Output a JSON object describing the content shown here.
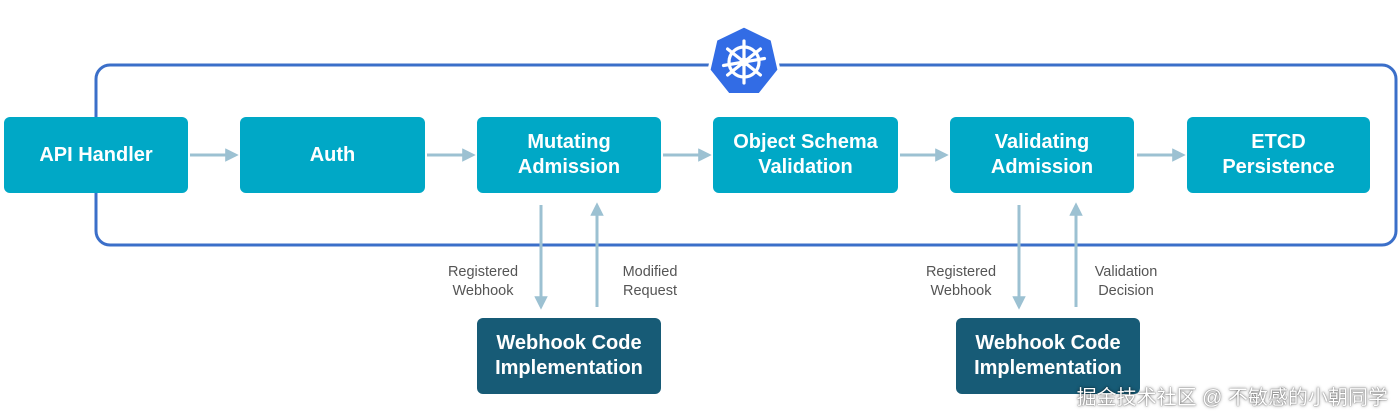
{
  "colors": {
    "stage": "#00a8c6",
    "webhook": "#175b76",
    "loop": "#3b6fc9",
    "arrow": "#9cc1d2",
    "logo": "#326ce5"
  },
  "logo": {
    "icon": "kubernetes-helm-icon"
  },
  "stages": [
    {
      "id": "api-handler",
      "label": "API Handler"
    },
    {
      "id": "auth",
      "label": "Auth"
    },
    {
      "id": "mutating-admission",
      "label": "Mutating\nAdmission"
    },
    {
      "id": "object-schema-validation",
      "label": "Object Schema\nValidation"
    },
    {
      "id": "validating-admission",
      "label": "Validating\nAdmission"
    },
    {
      "id": "etcd-persistence",
      "label": "ETCD\nPersistence"
    }
  ],
  "webhooks": [
    {
      "label": "Webhook Code\nImplementation",
      "out_label": "Registered\nWebhook",
      "in_label": "Modified\nRequest"
    },
    {
      "label": "Webhook Code\nImplementation",
      "out_label": "Registered\nWebhook",
      "in_label": "Validation\nDecision"
    }
  ],
  "watermark": "掘金技术社区 @ 不敏感的小朝同学"
}
